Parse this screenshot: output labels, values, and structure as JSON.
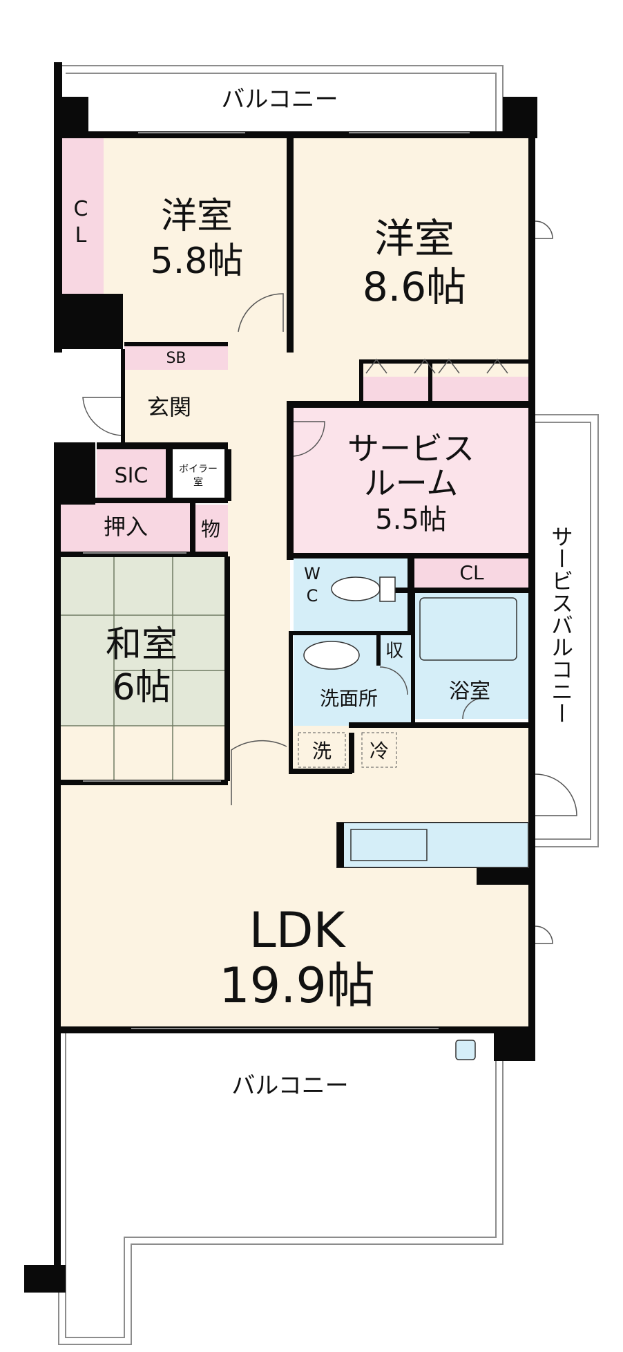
{
  "colors": {
    "wall": "#0a0a0a",
    "western_room": "#fcf3e2",
    "service_room": "#fbe3ea",
    "closet": "#f8d7e2",
    "japanese_room": "#e3e8d8",
    "water_area": "#d5eef8",
    "balcony_line": "#8c8c8c"
  },
  "balcony_top": {
    "label": "バルコニー"
  },
  "balcony_bottom": {
    "label": "バルコニー"
  },
  "service_balcony": {
    "label": "サービスバルコニー"
  },
  "closet_left": {
    "label_1": "C",
    "label_2": "L"
  },
  "western_room_1": {
    "name": "洋室",
    "size": "5.8帖"
  },
  "western_room_2": {
    "name": "洋室",
    "size": "8.6帖"
  },
  "shoe_box": {
    "label": "SB"
  },
  "entrance": {
    "label": "玄関"
  },
  "sic": {
    "label": "SIC"
  },
  "boiler_room": {
    "label_1": "ボイラー",
    "label_2": "室"
  },
  "oshiire": {
    "label": "押入"
  },
  "storage": {
    "label": "物"
  },
  "service_room": {
    "name_1": "サービス",
    "name_2": "ルーム",
    "size": "5.5帖"
  },
  "wc": {
    "label_1": "W",
    "label_2": "C"
  },
  "closet_service": {
    "label": "CL"
  },
  "japanese_room": {
    "name": "和室",
    "size": "6帖"
  },
  "storage_small": {
    "label": "収"
  },
  "washroom": {
    "label": "洗面所"
  },
  "bathroom": {
    "label": "浴室"
  },
  "washer": {
    "label": "洗"
  },
  "fridge": {
    "label": "冷"
  },
  "ldk": {
    "name": "LDK",
    "size": "19.9帖"
  }
}
